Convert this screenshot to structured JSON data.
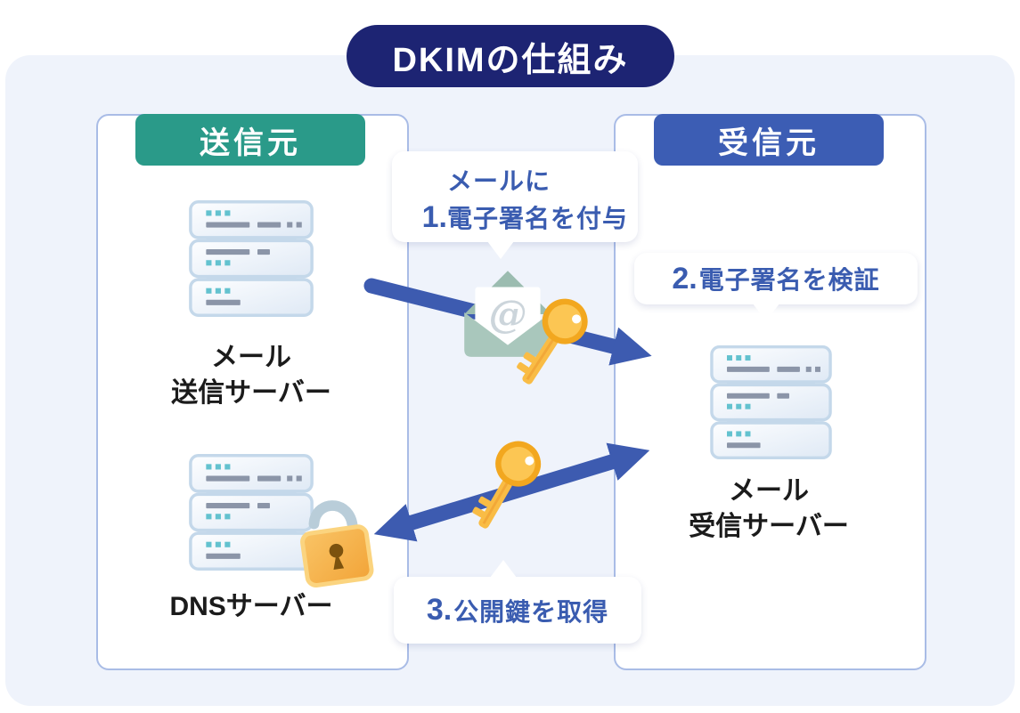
{
  "title": "DKIMの仕組み",
  "sender_panel": {
    "header": "送信元"
  },
  "receiver_panel": {
    "header": "受信元"
  },
  "nodes": {
    "mail_send_server": {
      "line1": "メール",
      "line2": "送信サーバー"
    },
    "dns_server": {
      "label": "DNSサーバー"
    },
    "mail_receive_server": {
      "line1": "メール",
      "line2": "受信サーバー"
    }
  },
  "steps": {
    "step1": {
      "number": "1.",
      "line1": "メールに",
      "line2": "電子署名を付与"
    },
    "step2": {
      "number": "2.",
      "text": "電子署名を検証"
    },
    "step3": {
      "number": "3.",
      "text": "公開鍵を取得"
    }
  },
  "icons": {
    "envelope_at_symbol": "@",
    "server": "server-icon",
    "padlock": "padlock-icon",
    "key": "key-icon",
    "envelope": "envelope-icon"
  },
  "colors": {
    "title_bg": "#1d2473",
    "sender_badge": "#2a9a89",
    "receiver_badge": "#3c5db4",
    "arrow": "#3d5bb0",
    "step_text": "#3a5cb0",
    "panel_bg": "#eff3fb",
    "card_border": "#a9bce6",
    "label_text": "#1b1b1b",
    "key_yellow": "#f9bc45",
    "lock_orange": "#f5ab3f",
    "envelope_sage": "#a9c7bc"
  }
}
